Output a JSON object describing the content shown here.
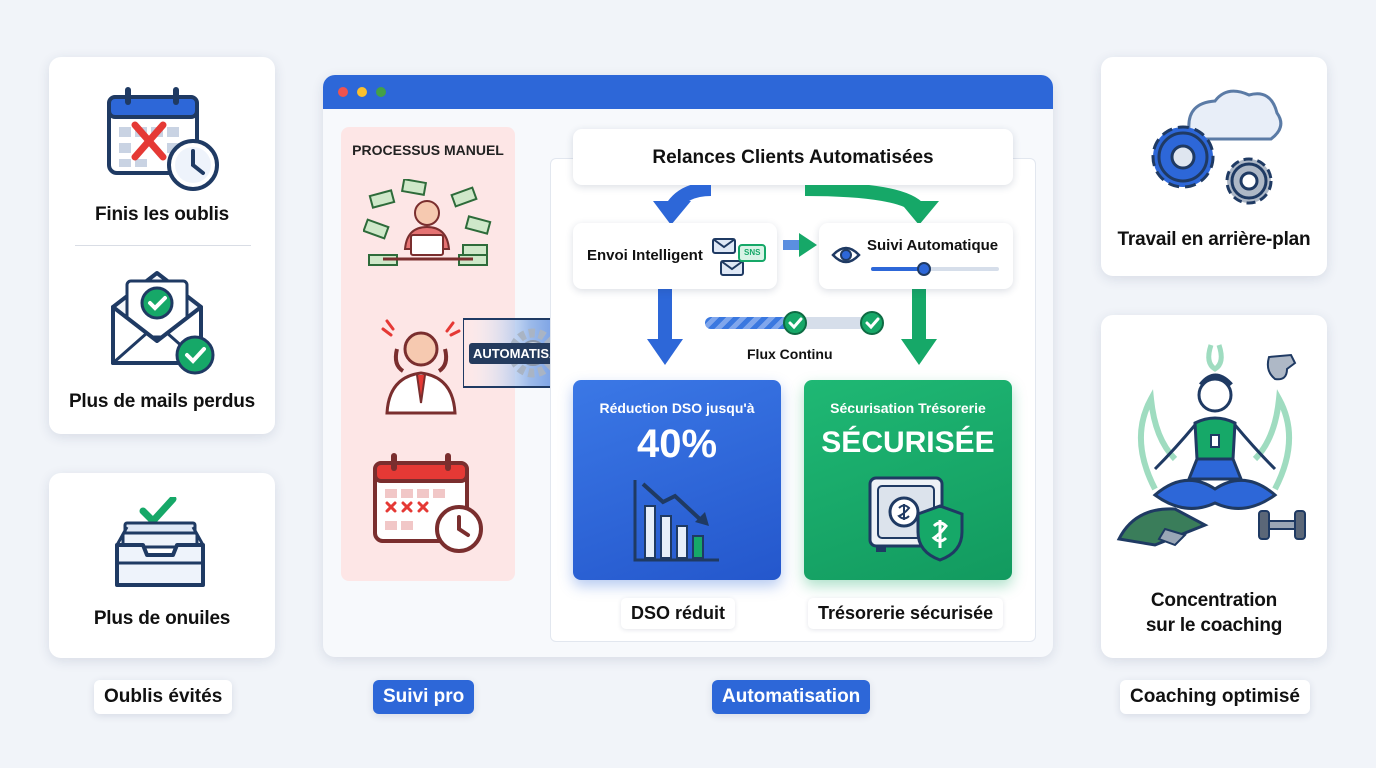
{
  "left_cards": {
    "card1_title": "Finis les oublis",
    "card2_title": "Plus de mails perdus",
    "card3_title": "Plus de onuiles"
  },
  "window": {
    "manual_label": "PROCESSUS MANUEL",
    "arrow_label": "AUTOMATISATION",
    "header_title": "Relances Clients Automatisées",
    "send_label": "Envoi Intelligent",
    "sns_label": "SNS",
    "follow_label": "Suivi Automatique",
    "flux_label": "Flux Continu",
    "dso_caption": "Réduction DSO jusqu'à",
    "dso_value": "40%",
    "treso_caption": "Sécurisation Trésorerie",
    "treso_value": "SÉCURISÉE",
    "dso_label": "DSO réduit",
    "treso_label": "Trésorerie sécurisée"
  },
  "right_cards": {
    "card1_title": "Travail en arrière-plan",
    "card2_title_line1": "Concentration",
    "card2_title_line2": "sur le coaching"
  },
  "bottom_labels": [
    "Oublis évités",
    "Suivi pro",
    "Automatisation",
    "Coaching optimisé"
  ],
  "colors": {
    "blue": "#2d67d8",
    "green": "#16a868",
    "red": "#e53935",
    "pink": "#fde6e6"
  }
}
